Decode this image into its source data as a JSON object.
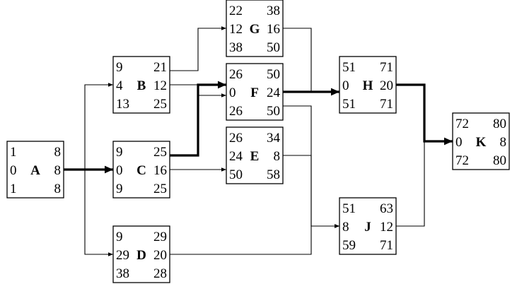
{
  "nodes": [
    {
      "id": "A",
      "es": "1",
      "ef": "8",
      "slack": "0",
      "dur": "8",
      "ls": "1",
      "lf": "8"
    },
    {
      "id": "B",
      "es": "9",
      "ef": "21",
      "slack": "4",
      "dur": "12",
      "ls": "13",
      "lf": "25"
    },
    {
      "id": "C",
      "es": "9",
      "ef": "25",
      "slack": "0",
      "dur": "16",
      "ls": "9",
      "lf": "25"
    },
    {
      "id": "D",
      "es": "9",
      "ef": "29",
      "slack": "29",
      "dur": "20",
      "ls": "38",
      "lf": "28"
    },
    {
      "id": "G",
      "es": "22",
      "ef": "38",
      "slack": "12",
      "dur": "16",
      "ls": "38",
      "lf": "50"
    },
    {
      "id": "F",
      "es": "26",
      "ef": "50",
      "slack": "0",
      "dur": "24",
      "ls": "26",
      "lf": "50"
    },
    {
      "id": "E",
      "es": "26",
      "ef": "34",
      "slack": "24",
      "dur": "8",
      "ls": "50",
      "lf": "58"
    },
    {
      "id": "H",
      "es": "51",
      "ef": "71",
      "slack": "0",
      "dur": "20",
      "ls": "51",
      "lf": "71"
    },
    {
      "id": "J",
      "es": "51",
      "ef": "63",
      "slack": "8",
      "dur": "12",
      "ls": "59",
      "lf": "71"
    },
    {
      "id": "K",
      "es": "72",
      "ef": "80",
      "slack": "0",
      "dur": "8",
      "ls": "72",
      "lf": "80"
    }
  ],
  "edges": [
    {
      "from": "A",
      "to": "B",
      "critical": false
    },
    {
      "from": "A",
      "to": "C",
      "critical": true
    },
    {
      "from": "A",
      "to": "D",
      "critical": false
    },
    {
      "from": "B",
      "to": "G",
      "critical": false
    },
    {
      "from": "B",
      "to": "F",
      "critical": false
    },
    {
      "from": "C",
      "to": "F",
      "critical": true
    },
    {
      "from": "C",
      "to": "E",
      "critical": false
    },
    {
      "from": "G",
      "to": "H",
      "critical": false
    },
    {
      "from": "F",
      "to": "H",
      "critical": true
    },
    {
      "from": "F",
      "to": "J",
      "critical": false
    },
    {
      "from": "E",
      "to": "J",
      "critical": false
    },
    {
      "from": "D",
      "to": "J",
      "critical": false
    },
    {
      "from": "H",
      "to": "K",
      "critical": true
    },
    {
      "from": "J",
      "to": "K",
      "critical": false
    }
  ]
}
